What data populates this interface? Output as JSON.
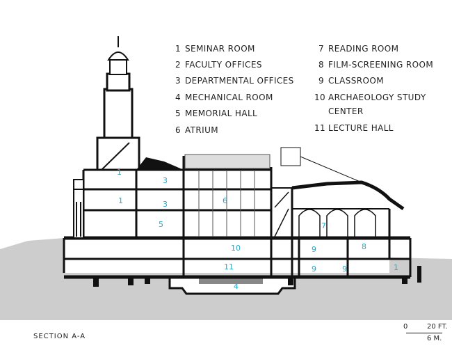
{
  "legend": [
    {
      "num": "1",
      "label": "SEMINAR ROOM"
    },
    {
      "num": "2",
      "label": "FACULTY OFFICES"
    },
    {
      "num": "3",
      "label": "DEPARTMENTAL OFFICES"
    },
    {
      "num": "4",
      "label": "MECHANICAL ROOM"
    },
    {
      "num": "5",
      "label": "MEMORIAL HALL"
    },
    {
      "num": "6",
      "label": "ATRIUM"
    },
    {
      "num": "7",
      "label": "READING ROOM"
    },
    {
      "num": "8",
      "label": "FILM-SCREENING ROOM"
    },
    {
      "num": "9",
      "label": "CLASSROOM"
    },
    {
      "num": "10",
      "label": "ARCHAEOLOGY STUDY",
      "label2": "CENTER"
    },
    {
      "num": "11",
      "label": "LECTURE HALL"
    }
  ],
  "rooms": [
    "1",
    "3",
    "1",
    "3",
    "5",
    "6",
    "10",
    "11",
    "4",
    "7",
    "9",
    "8",
    "9",
    "9",
    "1"
  ],
  "caption": "SECTION A-A",
  "scale": {
    "zero": "0",
    "ft": "20 FT.",
    "m": "6 M."
  },
  "colors": {
    "label": "#29a8c4",
    "ink": "#111111",
    "ground": "#cdcdcd"
  }
}
